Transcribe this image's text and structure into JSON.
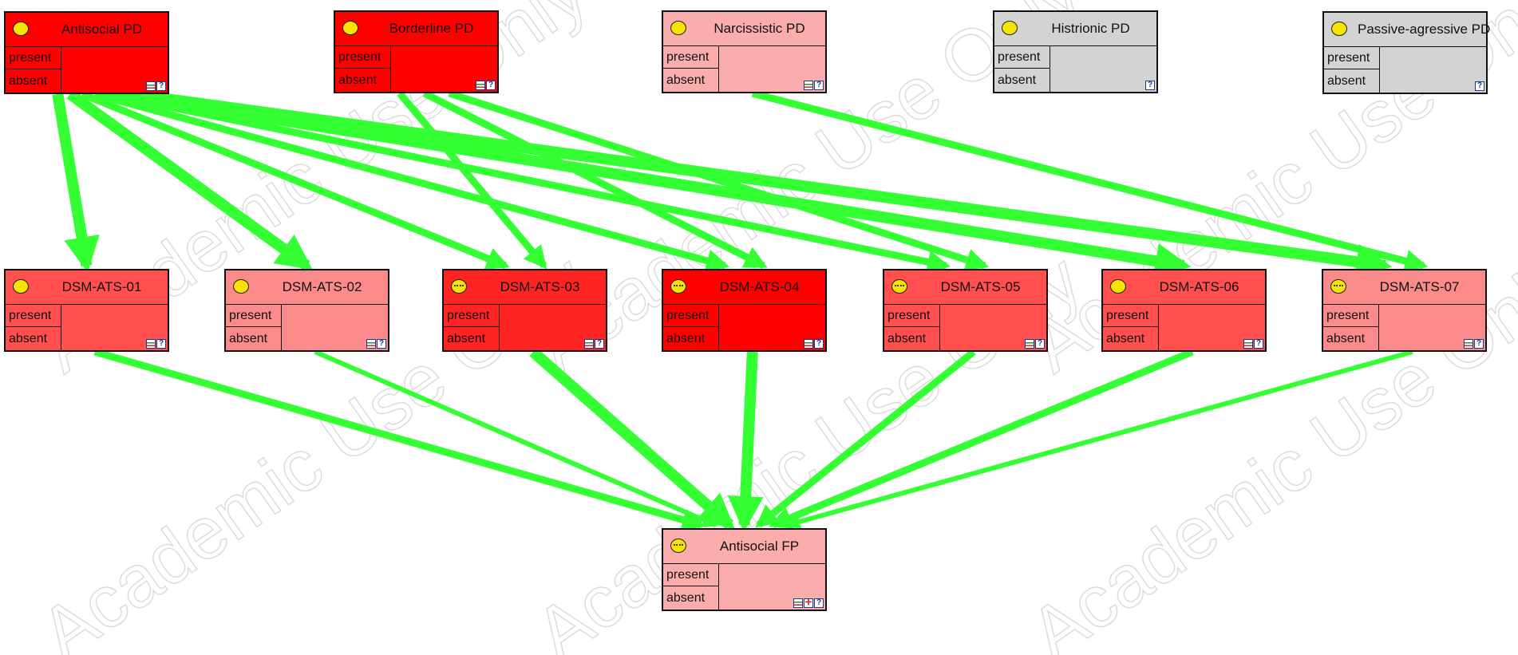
{
  "diagram": {
    "watermark_text": "Academic Use Only",
    "state_labels": {
      "present": "present",
      "absent": "absent"
    },
    "colors": {
      "edge": "#33ff33",
      "grey": "#d3d3d3",
      "pink": "#fbadad",
      "red_mid": "#ff4f4f",
      "red_strong": "#ff2424",
      "red_full": "#ff0000",
      "indicator": "#f5e400"
    },
    "nodes": [
      {
        "id": "antisocial-pd",
        "title": "Antisocial PD",
        "color": "#ff0000",
        "indicator": "plain",
        "icons": [
          "table-icon",
          "help-icon"
        ]
      },
      {
        "id": "borderline-pd",
        "title": "Borderline PD",
        "color": "#ff0000",
        "indicator": "plain",
        "icons": [
          "table-icon",
          "help-icon"
        ]
      },
      {
        "id": "narcissistic-pd",
        "title": "Narcissistic PD",
        "color": "#fbadad",
        "indicator": "plain",
        "icons": [
          "table-icon",
          "help-icon"
        ]
      },
      {
        "id": "histrionic-pd",
        "title": "Histrionic PD",
        "color": "#d3d3d3",
        "indicator": "plain",
        "icons": [
          "help-icon"
        ]
      },
      {
        "id": "passive-agressive-pd",
        "title": "Passive-agressive PD",
        "color": "#d3d3d3",
        "indicator": "plain",
        "icons": [
          "help-icon"
        ]
      },
      {
        "id": "dsm-ats-01",
        "title": "DSM-ATS-01",
        "color": "#ff4f4f",
        "indicator": "plain",
        "icons": [
          "table-icon",
          "help-icon"
        ]
      },
      {
        "id": "dsm-ats-02",
        "title": "DSM-ATS-02",
        "color": "#fb8a8a",
        "indicator": "plain",
        "icons": [
          "table-icon",
          "help-icon"
        ]
      },
      {
        "id": "dsm-ats-03",
        "title": "DSM-ATS-03",
        "color": "#ff2424",
        "indicator": "wave",
        "icons": [
          "table-icon",
          "help-icon"
        ]
      },
      {
        "id": "dsm-ats-04",
        "title": "DSM-ATS-04",
        "color": "#ff0000",
        "indicator": "wave",
        "icons": [
          "table-icon",
          "help-icon"
        ]
      },
      {
        "id": "dsm-ats-05",
        "title": "DSM-ATS-05",
        "color": "#ff4f4f",
        "indicator": "wave",
        "icons": [
          "table-icon",
          "help-icon"
        ]
      },
      {
        "id": "dsm-ats-06",
        "title": "DSM-ATS-06",
        "color": "#ff4f4f",
        "indicator": "plain",
        "icons": [
          "table-icon",
          "help-icon"
        ]
      },
      {
        "id": "dsm-ats-07",
        "title": "DSM-ATS-07",
        "color": "#fb8a8a",
        "indicator": "wave",
        "icons": [
          "table-icon",
          "help-icon"
        ]
      },
      {
        "id": "antisocial-fp",
        "title": "Antisocial FP",
        "color": "#fbadad",
        "indicator": "wave",
        "icons": [
          "table-icon",
          "target-icon",
          "help-icon"
        ]
      }
    ],
    "edges": [
      {
        "from": "antisocial-pd",
        "to": "dsm-ats-01",
        "weight": "thick"
      },
      {
        "from": "antisocial-pd",
        "to": "dsm-ats-02",
        "weight": "thick"
      },
      {
        "from": "antisocial-pd",
        "to": "dsm-ats-03",
        "weight": "medium"
      },
      {
        "from": "antisocial-pd",
        "to": "dsm-ats-04",
        "weight": "medium"
      },
      {
        "from": "antisocial-pd",
        "to": "dsm-ats-05",
        "weight": "medium"
      },
      {
        "from": "antisocial-pd",
        "to": "dsm-ats-06",
        "weight": "thick"
      },
      {
        "from": "antisocial-pd",
        "to": "dsm-ats-07",
        "weight": "thick"
      },
      {
        "from": "borderline-pd",
        "to": "dsm-ats-03",
        "weight": "medium"
      },
      {
        "from": "borderline-pd",
        "to": "dsm-ats-04",
        "weight": "medium"
      },
      {
        "from": "borderline-pd",
        "to": "dsm-ats-05",
        "weight": "medium"
      },
      {
        "from": "narcissistic-pd",
        "to": "dsm-ats-07",
        "weight": "medium"
      },
      {
        "from": "dsm-ats-01",
        "to": "antisocial-fp",
        "weight": "medium"
      },
      {
        "from": "dsm-ats-02",
        "to": "antisocial-fp",
        "weight": "thin"
      },
      {
        "from": "dsm-ats-03",
        "to": "antisocial-fp",
        "weight": "thick"
      },
      {
        "from": "dsm-ats-04",
        "to": "antisocial-fp",
        "weight": "thick"
      },
      {
        "from": "dsm-ats-05",
        "to": "antisocial-fp",
        "weight": "medium"
      },
      {
        "from": "dsm-ats-06",
        "to": "antisocial-fp",
        "weight": "medium"
      },
      {
        "from": "dsm-ats-07",
        "to": "antisocial-fp",
        "weight": "thin"
      }
    ]
  }
}
